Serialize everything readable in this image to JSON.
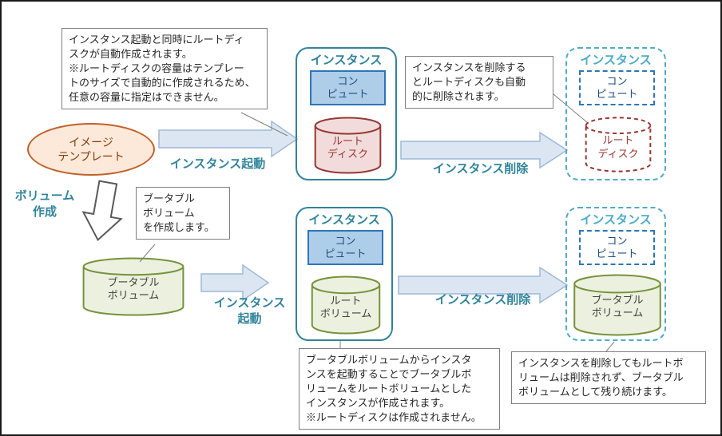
{
  "diagram": {
    "labels": {
      "image_template": "イメージ\nテンプレート",
      "instance": "インスタンス",
      "compute": "コン\nピュート",
      "root_disk": "ルート\nディスク",
      "root_volume": "ルート\nボリューム",
      "bootable_volume": "ブータブル\nボリューム",
      "launch": "インスタンス起動",
      "launch_two_line": "インスタンス\n起動",
      "delete": "インスタンス削除",
      "create_volume": "ボリューム\n作成"
    },
    "callouts": {
      "root_disk_auto": "インスタンス起動と同時にルートディ\nスクが自動作成されます。\n※ルートディスクの容量はテンプレー\nトのサイズで自動的に作成されるため、\n任意の容量に指定はできません。",
      "root_disk_delete": "インスタンスを削除する\nとルートディスクも自動\n的に削除されます。",
      "create_bootable": "ブータブル\nボリューム\nを作成します。",
      "boot_from_volume": "ブータブルボリュームからインスタ\nンスを起動することでブータブルボ\nリュームをルートボリュームとした\nインスタンスが作成されます。\n※ルートディスクは作成されません。",
      "volume_remains": "インスタンスを削除してもルートボ\nリュームは削除されず、ブータブル\nボリュームとして残り続けます。"
    },
    "colors": {
      "teal": "#31849B",
      "teal_light": "#4BACC6",
      "blue_border": "#2E75B6",
      "blue_fill": "#AECDE8",
      "blue_text": "#1F4E79",
      "red_border": "#953735",
      "red_fill": "#F2DCDB",
      "green_border": "#76923C",
      "green_fill": "#EBF1DE",
      "orange_border": "#C0612B",
      "orange_fill": "#FCE9D9",
      "arrow_fill": "#DCE6F2"
    }
  }
}
